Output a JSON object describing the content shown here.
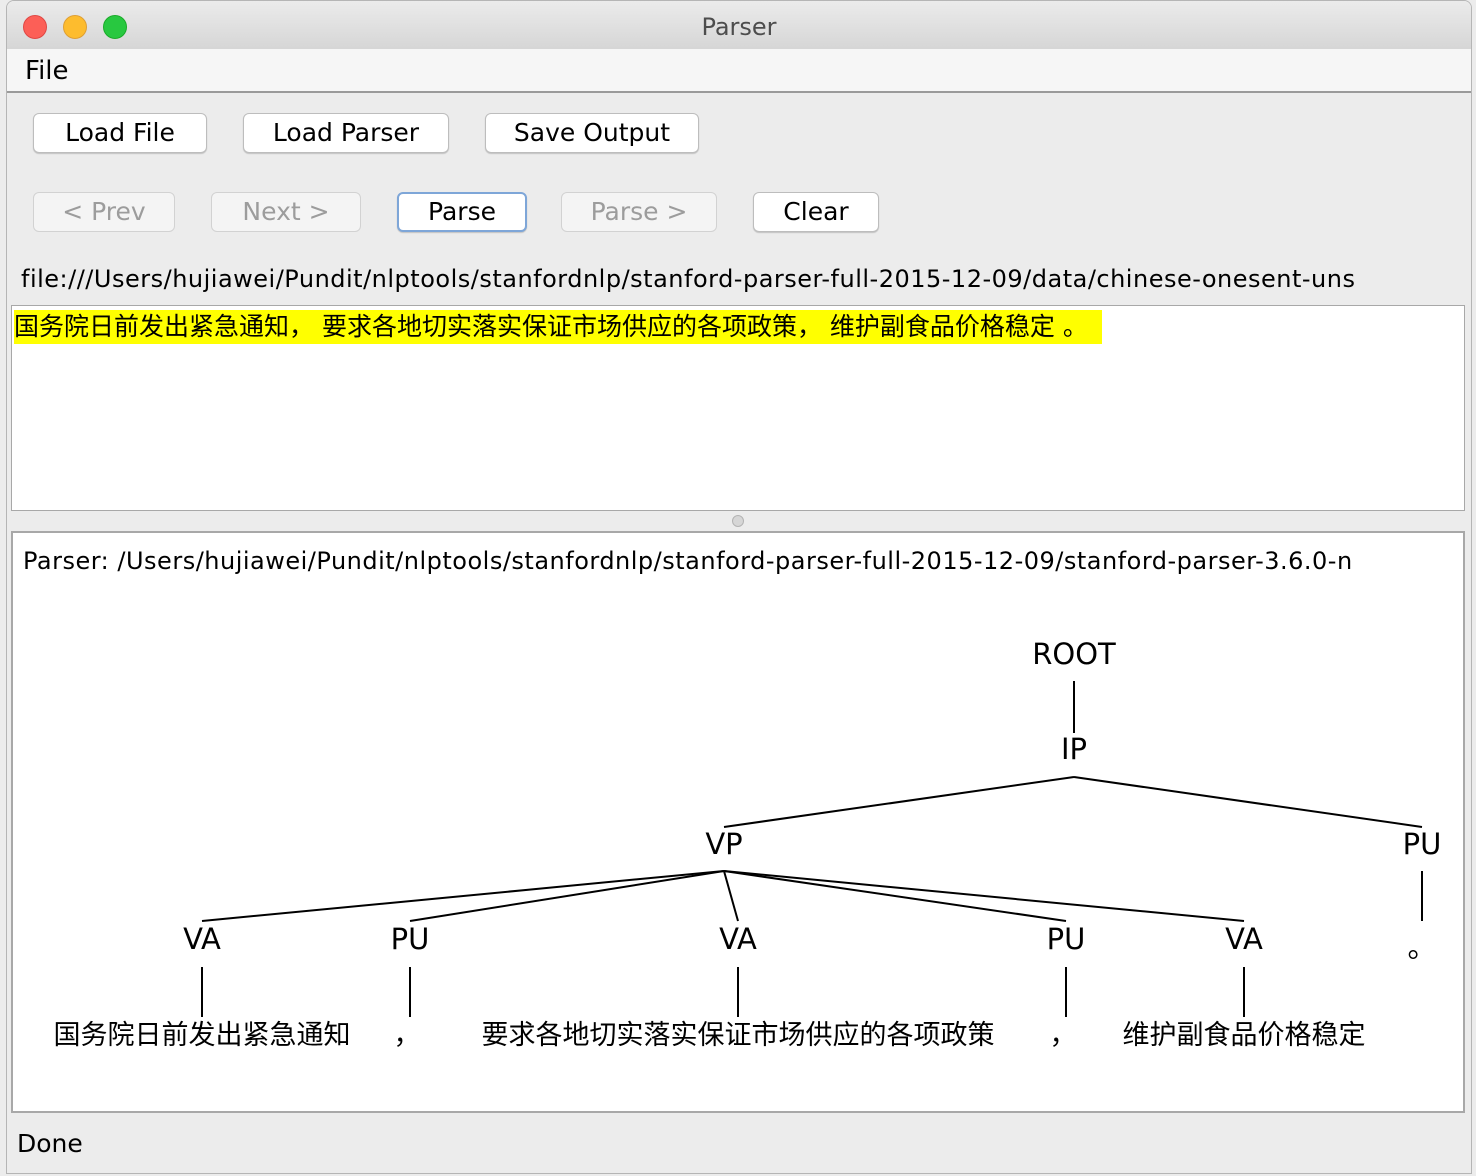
{
  "window": {
    "title": "Parser"
  },
  "menu": {
    "file": "File"
  },
  "toolbar": {
    "load_file": "Load File",
    "load_parser": "Load Parser",
    "save_output": "Save Output",
    "prev": "< Prev",
    "next": "Next >",
    "parse": "Parse",
    "parse_next": "Parse >",
    "clear": "Clear"
  },
  "file_path": "file:///Users/hujiawei/Pundit/nlptools/stanfordnlp/stanford-parser-full-2015-12-09/data/chinese-onesent-uns",
  "input_text": "国务院日前发出紧急通知， 要求各地切实落实保证市场供应的各项政策， 维护副食品价格稳定 。",
  "parser_path": "Parser: /Users/hujiawei/Pundit/nlptools/stanfordnlp/stanford-parser-full-2015-12-09/stanford-parser-3.6.0-n",
  "tree": {
    "root": "ROOT",
    "ip": "IP",
    "vp": "VP",
    "pu_final": "PU",
    "period": "。",
    "va1": "VA",
    "pu1": "PU",
    "va2": "VA",
    "pu2": "PU",
    "va3": "VA",
    "word1": "国务院日前发出紧急通知",
    "comma1": "，",
    "word2": "要求各地切实落实保证市场供应的各项政策",
    "comma2": "，",
    "word3": "维护副食品价格稳定"
  },
  "status": "Done",
  "colors": {
    "highlight": "#ffff00",
    "focus_ring": "#7ea6d8"
  }
}
